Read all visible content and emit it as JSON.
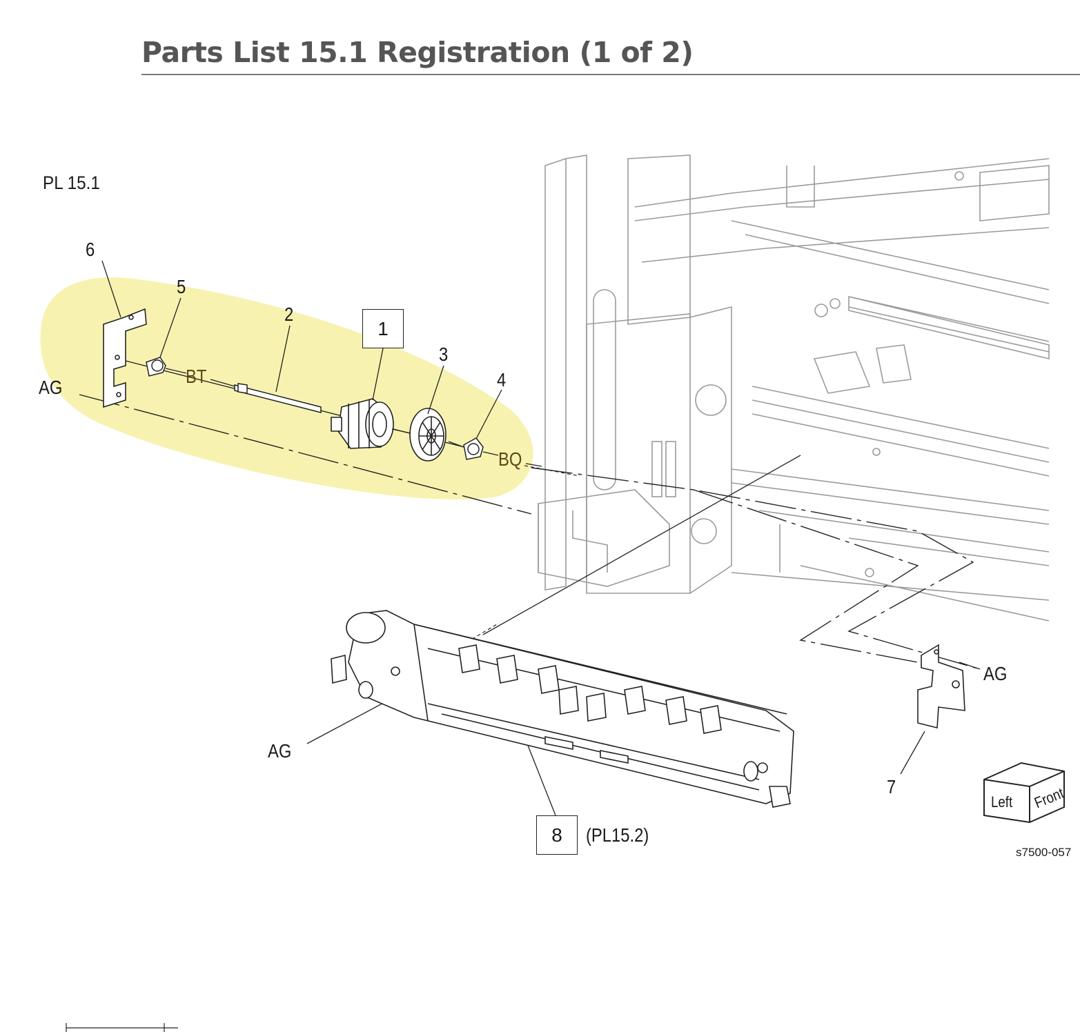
{
  "page": {
    "title": "Parts List 15.1 Registration (1 of 2)",
    "plate_label": "PL 15.1",
    "figure_id": "s7500-057",
    "highlight_color": "#f6f1a6"
  },
  "callouts": [
    {
      "id": "c1",
      "text": "1",
      "boxed": true
    },
    {
      "id": "c2",
      "text": "2",
      "boxed": false
    },
    {
      "id": "c3",
      "text": "3",
      "boxed": false
    },
    {
      "id": "c4",
      "text": "4",
      "boxed": false
    },
    {
      "id": "c5",
      "text": "5",
      "boxed": false
    },
    {
      "id": "c6",
      "text": "6",
      "boxed": false
    },
    {
      "id": "c7",
      "text": "7",
      "boxed": false
    },
    {
      "id": "c8",
      "text": "8",
      "boxed": true
    }
  ],
  "references": {
    "ag": "AG",
    "bt": "BT",
    "bq": "BQ",
    "pl_ref": "(PL15.2)"
  },
  "orientation": {
    "left": "Left",
    "front": "Front"
  }
}
